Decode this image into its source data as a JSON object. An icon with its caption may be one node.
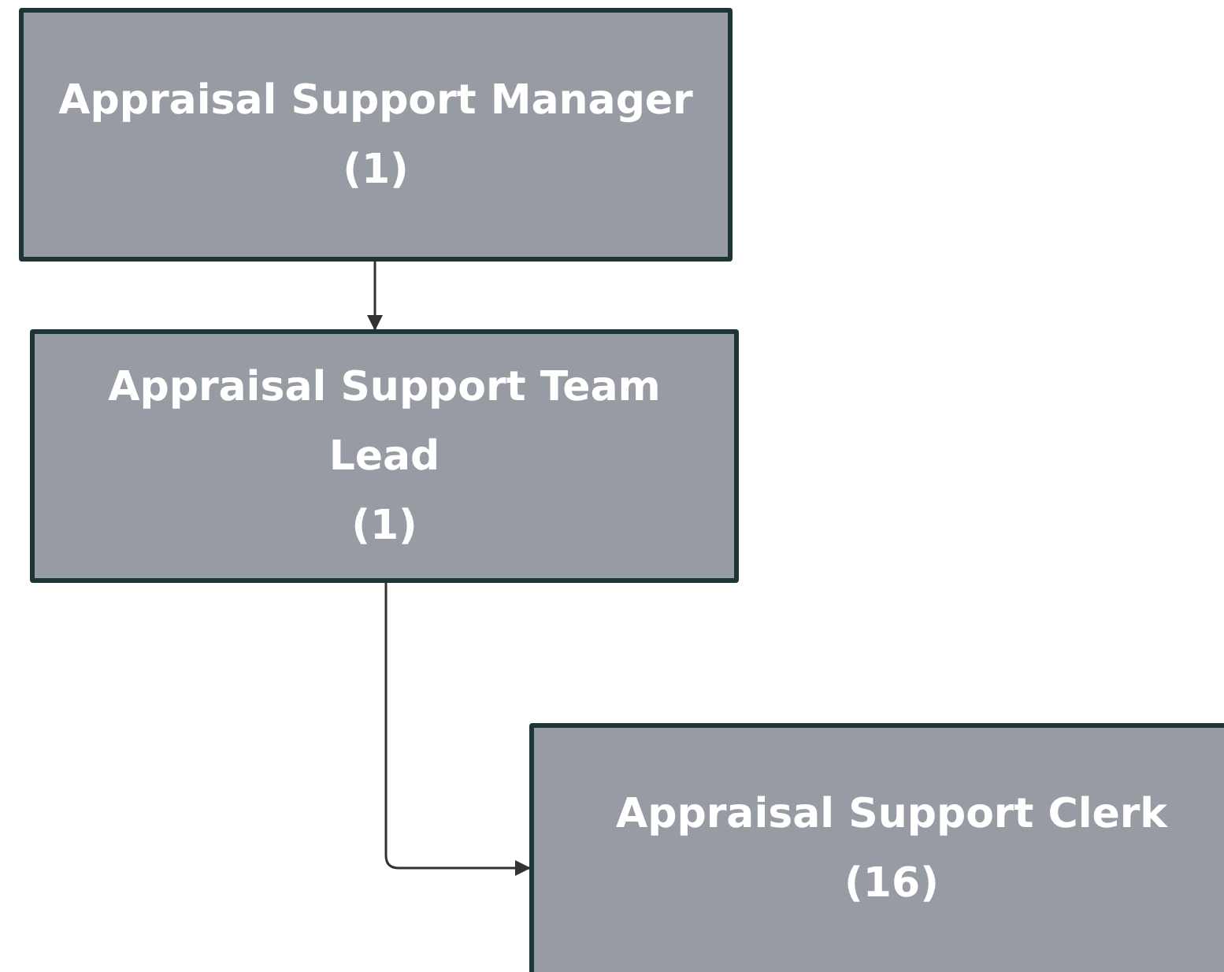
{
  "diagram": {
    "nodes": [
      {
        "text": [
          "Appraisal Support Manager",
          "(1)"
        ]
      },
      {
        "text": [
          "Appraisal Support Team Lead",
          "(1)"
        ]
      },
      {
        "text": [
          "Appraisal Support Clerk",
          "(16)"
        ]
      }
    ],
    "edges": [
      {
        "from": 0,
        "to": 1,
        "arrow": "to"
      },
      {
        "from": 1,
        "to": 2,
        "arrow": "to"
      }
    ]
  }
}
